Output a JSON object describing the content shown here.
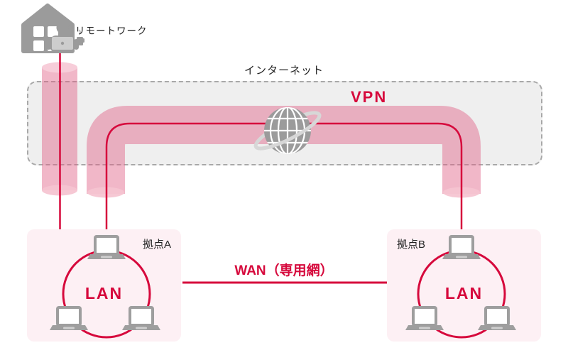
{
  "diagram": {
    "labels": {
      "remote_work": "リモートワーク",
      "internet": "インターネット",
      "vpn": "VPN",
      "wan": "WAN（専用網）",
      "site_a": "拠点A",
      "site_b": "拠点B",
      "lan_a": "LAN",
      "lan_b": "LAN"
    },
    "colors": {
      "red": "#d6093c",
      "tube-pink": "rgba(223,95,133,0.45)",
      "tube-cap": "#f5c3d0",
      "internet-box-fill": "#efefef",
      "internet-box-border": "#a8a8a8",
      "site-box-fill": "#fdf0f4",
      "icon-gray": "#9b9b9b",
      "laptop-gray": "#9e9e9e",
      "text-dark": "#222222"
    }
  }
}
